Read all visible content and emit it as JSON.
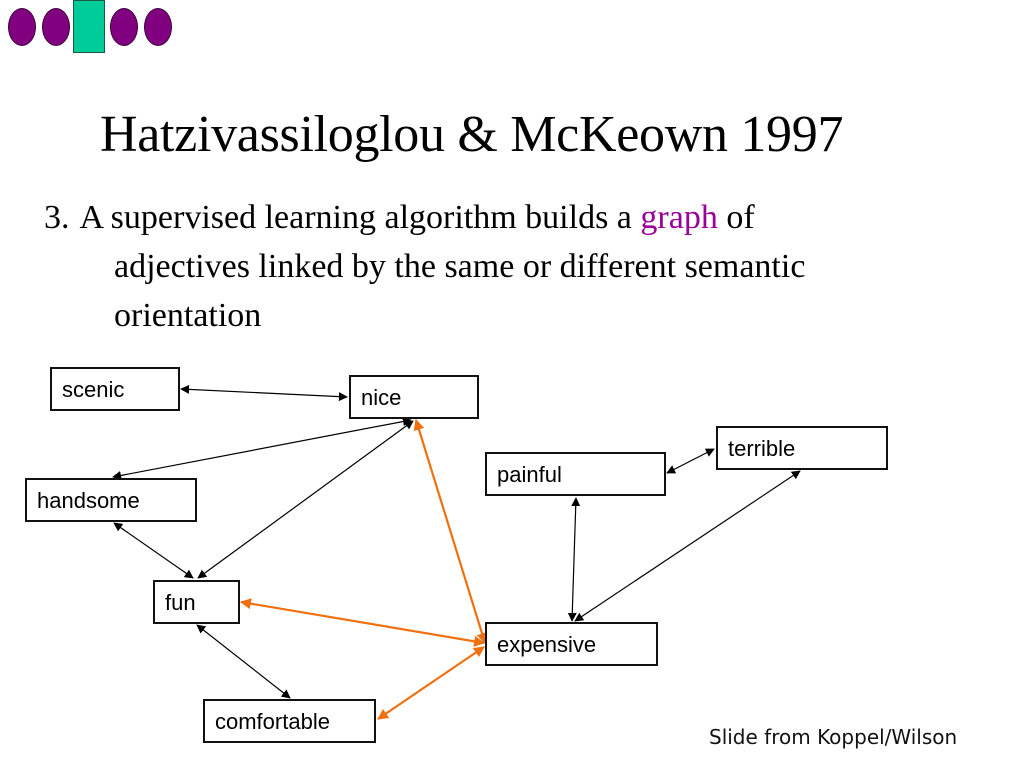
{
  "slide": {
    "title": "Hatzivassiloglou & McKeown 1997",
    "bullet": {
      "number": "3.",
      "line1_before": "A supervised learning algorithm builds a",
      "line1_highlight": "graph",
      "line1_after": "of",
      "line2": "adjectives linked by the same or different semantic",
      "line3": "orientation"
    },
    "credit": "Slide from Koppel/Wilson",
    "colors": {
      "logo_dots": "#800080",
      "logo_bar": "#00cc99",
      "highlight": "#990099",
      "edge_black": "#000000",
      "edge_orange": "#f07010"
    }
  },
  "graph": {
    "nodes": [
      {
        "id": "scenic",
        "label": "scenic"
      },
      {
        "id": "nice",
        "label": "nice"
      },
      {
        "id": "handsome",
        "label": "handsome"
      },
      {
        "id": "fun",
        "label": "fun"
      },
      {
        "id": "comfortable",
        "label": "comfortable"
      },
      {
        "id": "painful",
        "label": "painful"
      },
      {
        "id": "terrible",
        "label": "terrible"
      },
      {
        "id": "expensive",
        "label": "expensive"
      }
    ],
    "edges": [
      {
        "from": "scenic",
        "to": "nice",
        "type": "same orientation",
        "color": "black"
      },
      {
        "from": "nice",
        "to": "handsome",
        "type": "same orientation",
        "color": "black"
      },
      {
        "from": "nice",
        "to": "fun",
        "type": "same orientation",
        "color": "black"
      },
      {
        "from": "handsome",
        "to": "fun",
        "type": "same orientation",
        "color": "black"
      },
      {
        "from": "fun",
        "to": "comfortable",
        "type": "same orientation",
        "color": "black"
      },
      {
        "from": "painful",
        "to": "terrible",
        "type": "same orientation",
        "color": "black"
      },
      {
        "from": "painful",
        "to": "expensive",
        "type": "same orientation",
        "color": "black"
      },
      {
        "from": "terrible",
        "to": "expensive",
        "type": "same orientation",
        "color": "black"
      },
      {
        "from": "nice",
        "to": "expensive",
        "type": "different orientation",
        "color": "orange"
      },
      {
        "from": "fun",
        "to": "expensive",
        "type": "different orientation",
        "color": "orange"
      },
      {
        "from": "comfortable",
        "to": "expensive",
        "type": "different orientation",
        "color": "orange"
      }
    ]
  }
}
